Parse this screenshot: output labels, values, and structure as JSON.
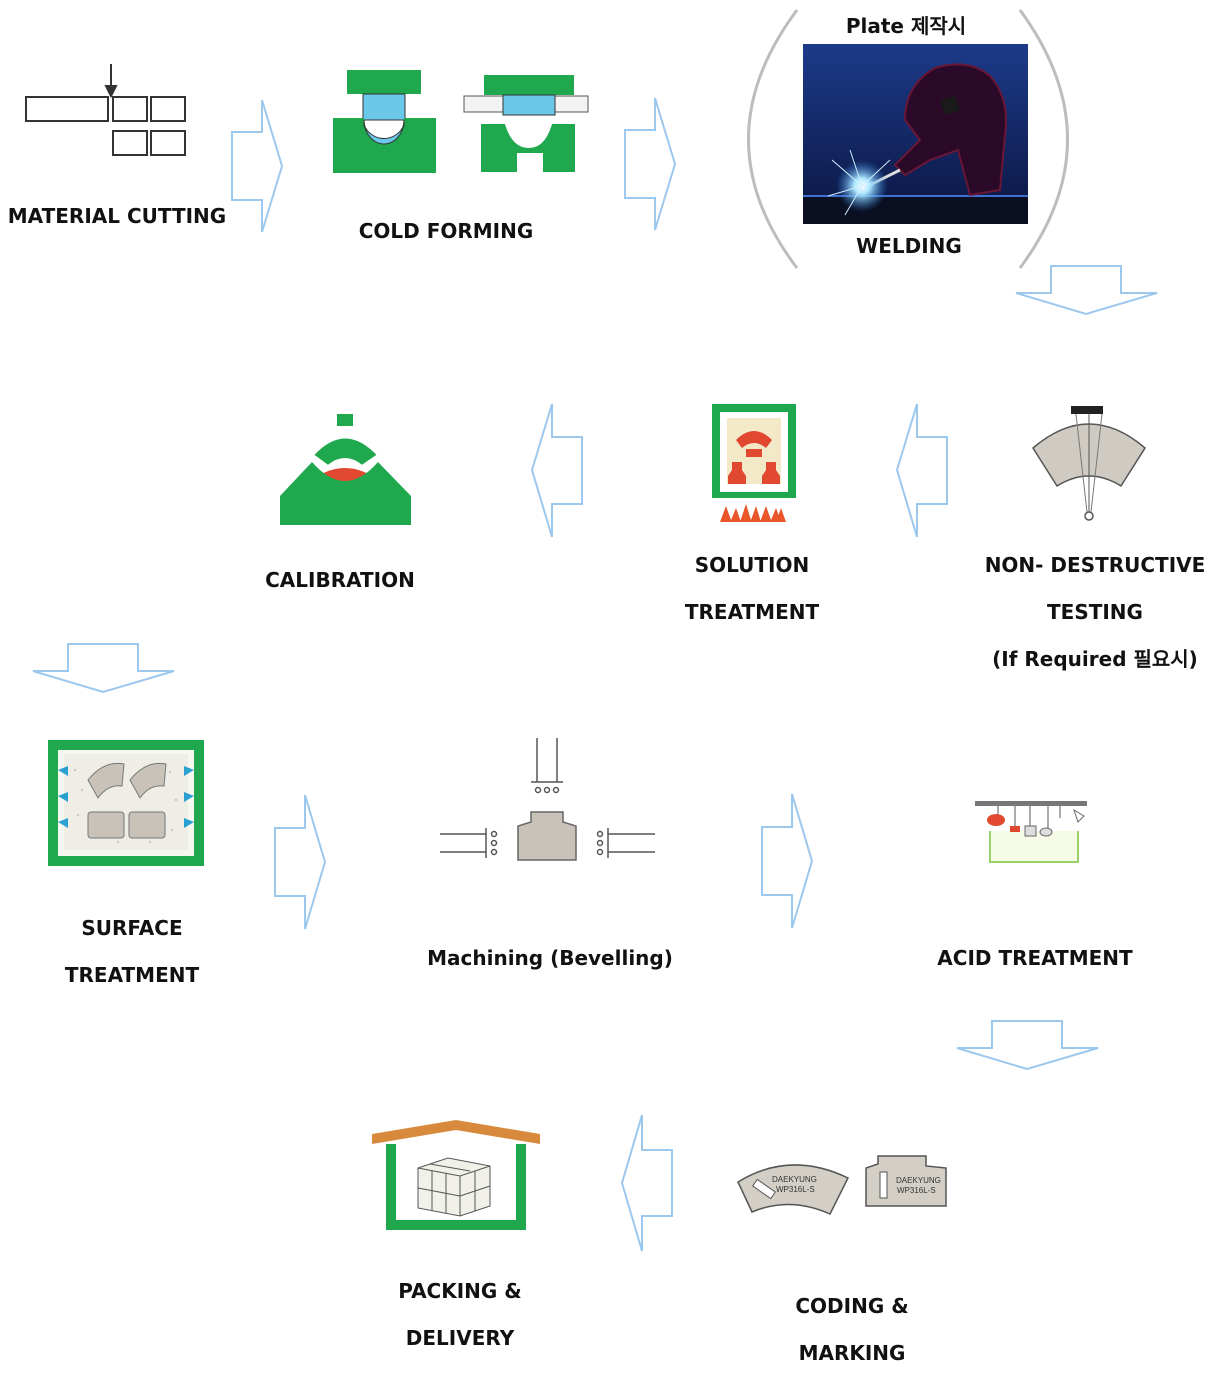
{
  "steps": {
    "material_cutting": "MATERIAL CUTTING",
    "cold_forming": "COLD FORMING",
    "welding_note": "Plate 제작시",
    "welding": "WELDING",
    "calibration": "CALIBRATION",
    "solution_1": "SOLUTION",
    "solution_2": "TREATMENT",
    "ndt_1": "NON- DESTRUCTIVE",
    "ndt_2": "TESTING",
    "ndt_3": "(If  Required 필요시)",
    "surface_1": "SURFACE",
    "surface_2": "TREATMENT",
    "machining": "Machining (Bevelling)",
    "acid": "ACID TREATMENT",
    "packing_1": "PACKING &",
    "packing_2": "DELIVERY",
    "coding_1": "CODING &",
    "coding_2": "MARKING"
  },
  "marking": {
    "brand": "DAEKYUNG",
    "grade": "WP316L-S"
  },
  "colors": {
    "arrow": "#9cc8ee",
    "green": "#1fa84e",
    "blue": "#6cc8e8",
    "red": "#e0492f",
    "grey": "#c8c2b8",
    "roof": "#d88a3c"
  }
}
